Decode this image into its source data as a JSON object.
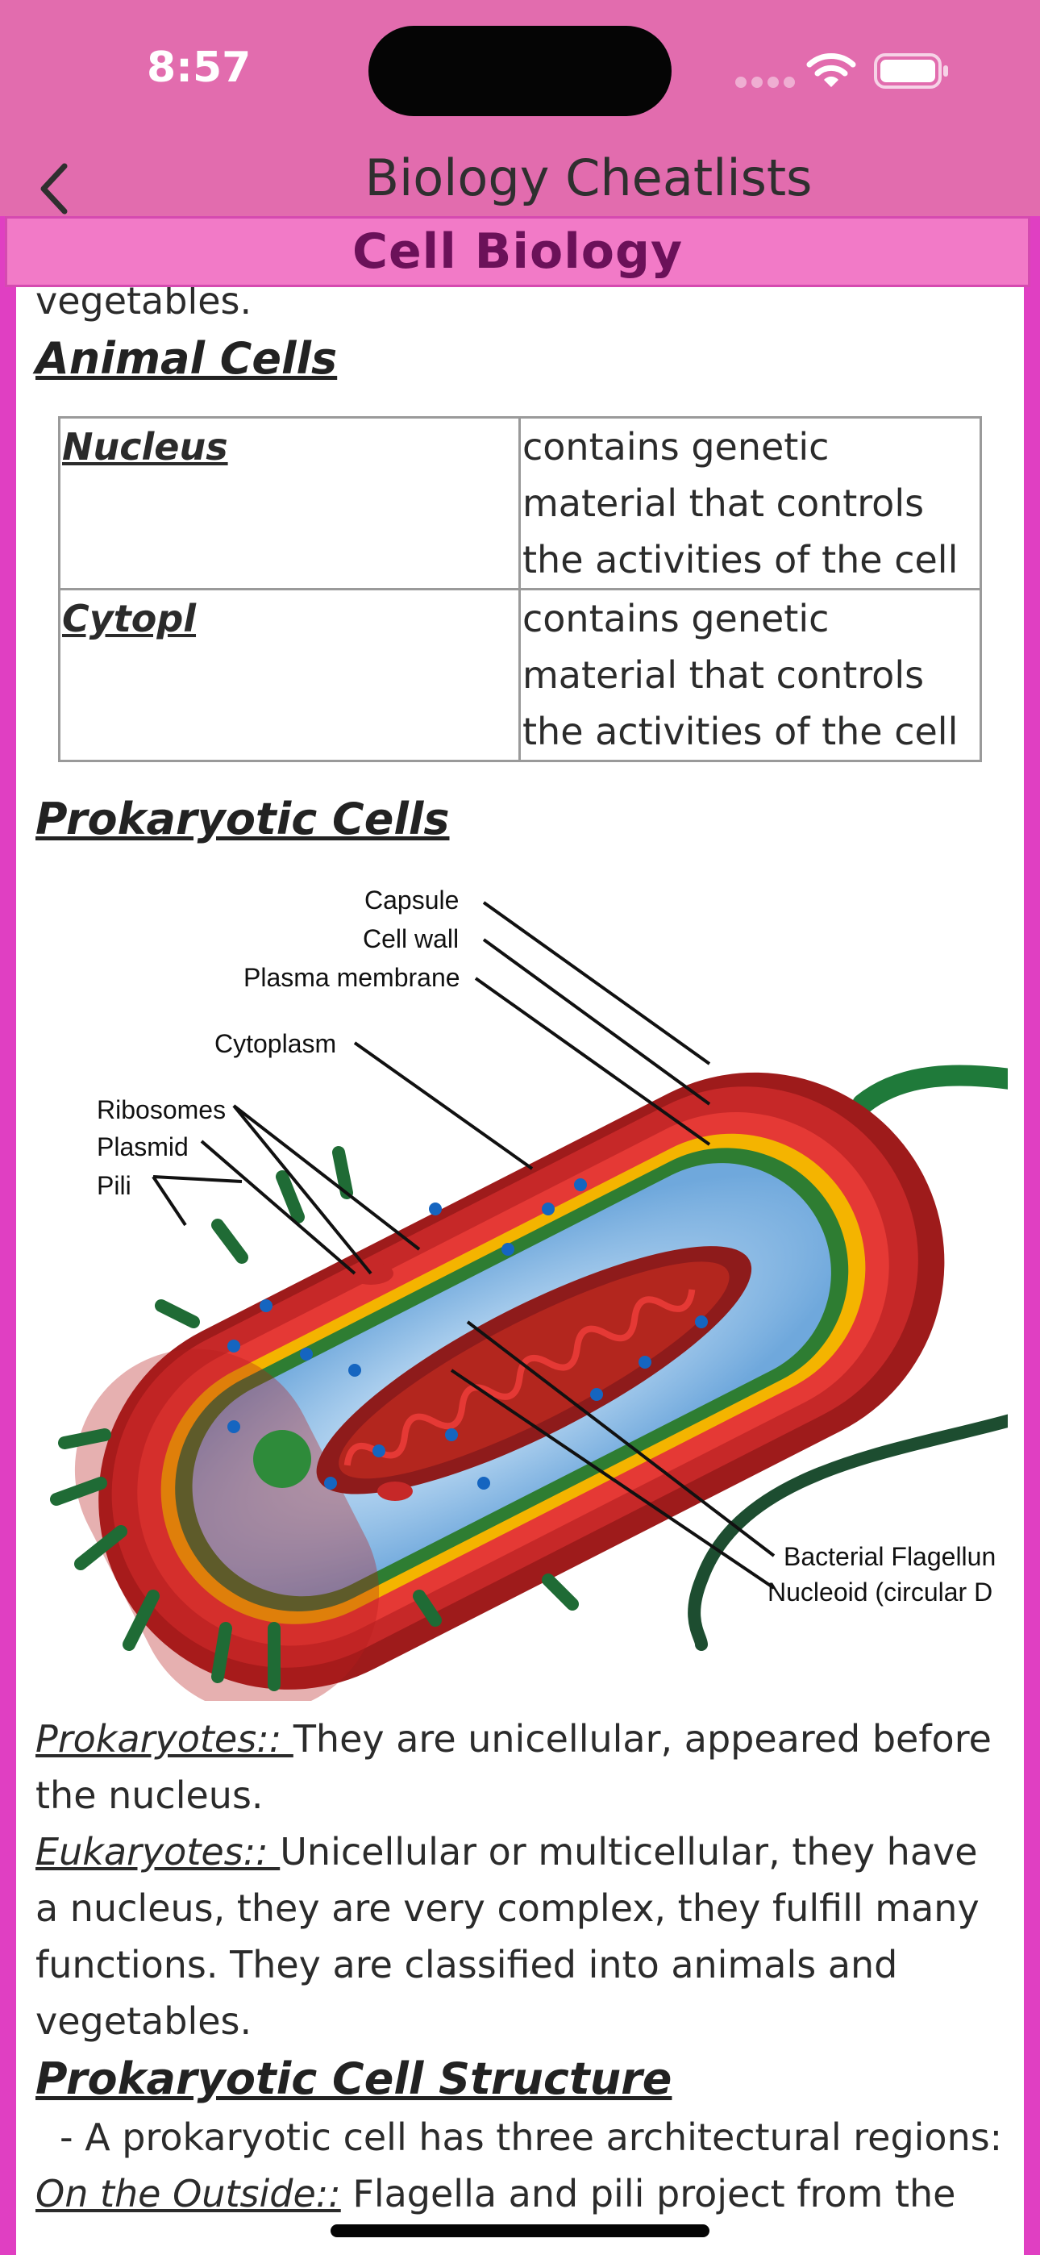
{
  "status_bar": {
    "time": "8:57",
    "icons": [
      "cellular-signal-icon",
      "wifi-icon",
      "battery-icon"
    ]
  },
  "nav": {
    "back_icon": "chevron-left-icon",
    "title": "Biology Cheatlists"
  },
  "section": {
    "title": "Cell Biology"
  },
  "content": {
    "top_fragment": "vegetables.",
    "animal_heading": "Animal Cells",
    "animal_table": [
      {
        "term": "Nucleus",
        "definition": "contains genetic material that controls the activities of the cell"
      },
      {
        "term": "Cytopl",
        "definition": "contains genetic material that controls the activities of the cell"
      }
    ],
    "prokaryotic_heading": "Prokaryotic Cells",
    "diagram_labels": {
      "capsule": "Capsule",
      "cell_wall": "Cell wall",
      "plasma_membrane": "Plasma membrane",
      "cytoplasm": "Cytoplasm",
      "ribosomes": "Ribosomes",
      "plasmid": "Plasmid",
      "pili": "Pili",
      "flagellum": "Bacterial Flagellun",
      "nucleoid": "Nucleoid (circular D"
    },
    "prokaryotes_term": "Prokaryotes:: ",
    "prokaryotes_text": "They are unicellular, appeared before the nucleus.",
    "eukaryotes_term": "Eukaryotes:: ",
    "eukaryotes_text": "Unicellular or multicellular, they have a nucleus, they are very complex, they fulfill many functions. They are classified into animals and vegetables.",
    "structure_heading": "Prokaryotic Cell Structure",
    "structure_bullet": "- A prokaryotic cell has three architectural regions:",
    "outside_term": "On the Outside::",
    "outside_text": " Flagella and pili project from the"
  },
  "colors": {
    "top_bar": "#e26cae",
    "section_header": "#f27ac7",
    "section_title": "#6b1159",
    "frame": "#e03fc2"
  }
}
